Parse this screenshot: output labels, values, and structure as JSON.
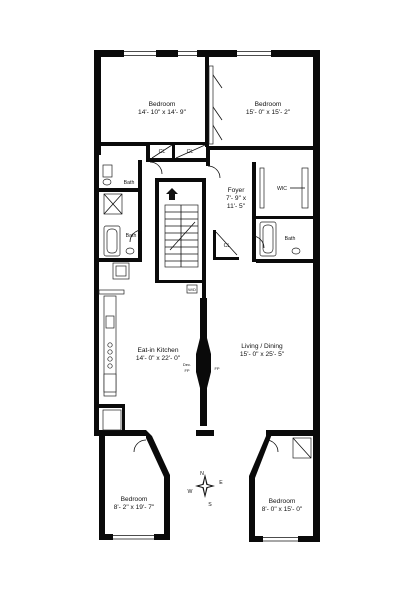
{
  "rooms": {
    "bedroom_nw": {
      "name": "Bedroom",
      "size": "14'- 10\" x 14'- 9\""
    },
    "bedroom_ne": {
      "name": "Bedroom",
      "size": "15'- 0\" x 15'- 2\""
    },
    "foyer": {
      "name": "Foyer",
      "size_line1": "7'- 9\" x",
      "size_line2": "11'- 5\""
    },
    "kitchen": {
      "name": "Eat-in Kitchen",
      "size": "14'- 0\" x 22'- 0\""
    },
    "living": {
      "name": "Living / Dining",
      "size": "15'- 0\" x 25'- 5\""
    },
    "bedroom_sw": {
      "name": "Bedroom",
      "size": "8'- 2\" x 19'- 7\""
    },
    "bedroom_se": {
      "name": "Bedroom",
      "size": "8'- 0\" x 15'- 0\""
    }
  },
  "labels": {
    "closet": "CL",
    "bath": "Bath",
    "wic": "WIC",
    "dec_fp_line1": "Dec.",
    "dec_fp_line2": "FP",
    "fp": "FP",
    "wd": "W/D"
  },
  "compass": {
    "n": "N",
    "s": "S",
    "e": "E",
    "w": "W"
  }
}
